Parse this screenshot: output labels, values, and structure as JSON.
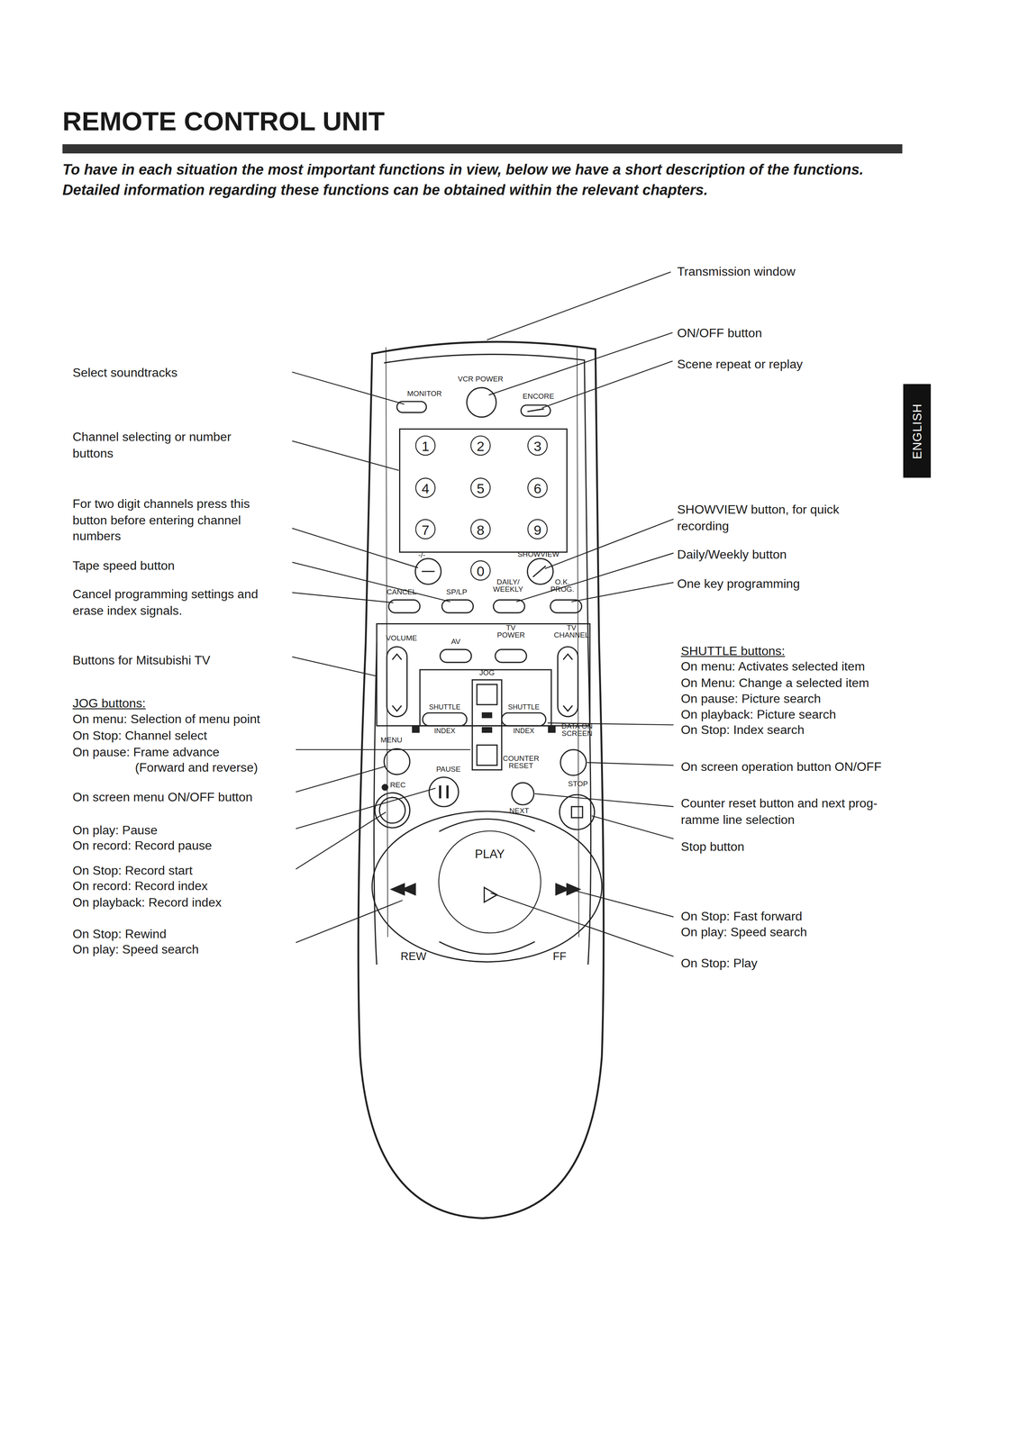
{
  "diagram": {
    "title": "REMOTE CONTROL UNIT",
    "nodes": [
      {
        "text": [
          "1"
        ]
      },
      {
        "text": [
          "2"
        ]
      },
      {
        "text": [
          "3"
        ]
      },
      {
        "text": [
          "4"
        ]
      },
      {
        "text": [
          "5"
        ]
      },
      {
        "text": [
          "6"
        ]
      },
      {
        "text": [
          "7"
        ]
      },
      {
        "text": [
          "8"
        ]
      },
      {
        "text": [
          "9"
        ]
      },
      {
        "text": [
          "0"
        ]
      },
      {
        "text": [
          "PLAY"
        ]
      },
      {
        "text": [
          "ENGLISH"
        ]
      }
    ],
    "labels": [
      "To have in each situation the most important functions in view, below we have a short description of the functions. Detailed information regarding these functions can be obtained within the relevant chapters.",
      "Select soundtracks",
      "Channel selecting or number buttons",
      "For two digit channels press this button before entering channel numbers",
      "Tape speed button",
      "Cancel programming settings and erase index signals.",
      "Buttons for Mitsubishi TV",
      "JOG buttons:",
      "On menu: Selection of menu point",
      "On Stop: Channel select",
      "On pause: Frame advance",
      "(Forward and reverse)",
      "On screen menu ON/OFF button",
      "On play: Pause",
      "On record: Record pause",
      "On Stop: Record start",
      "On record: Record index",
      "On playback: Record index",
      "On Stop: Rewind",
      "On play: Speed search",
      "Transmission window",
      "ON/OFF button",
      "Scene repeat or replay",
      "SHOWVIEW button, for quick recording",
      "Daily/Weekly button",
      "One key programming",
      "SHUTTLE buttons:",
      "On menu: Activates selected item",
      "On Menu: Change a selected item",
      "On pause: Picture search",
      "On playback: Picture search",
      "On Stop: Index search",
      "On screen operation button ON/OFF",
      "Counter reset button and next prog- ramme line selection",
      "Stop button",
      "On Stop: Fast forward",
      "On play: Speed search",
      "On Stop: Play",
      "VCR POWER",
      "MONITOR",
      "ENCORE",
      "-/-",
      "SHOWVIEW",
      "CANCEL",
      "SP/LP",
      "DAILY/ WEEKLY",
      "O.K. PROG.",
      "VOLUME",
      "AV",
      "TV POWER",
      "TV CHANNEL",
      "JOG",
      "SHUTTLE",
      "SHUTTLE",
      "INDEX",
      "INDEX",
      "DATA ON SCREEN",
      "MENU",
      "PAUSE",
      "COUNTER RESET",
      "REC",
      "STOP",
      "NEXT",
      "REW",
      "FF"
    ]
  }
}
